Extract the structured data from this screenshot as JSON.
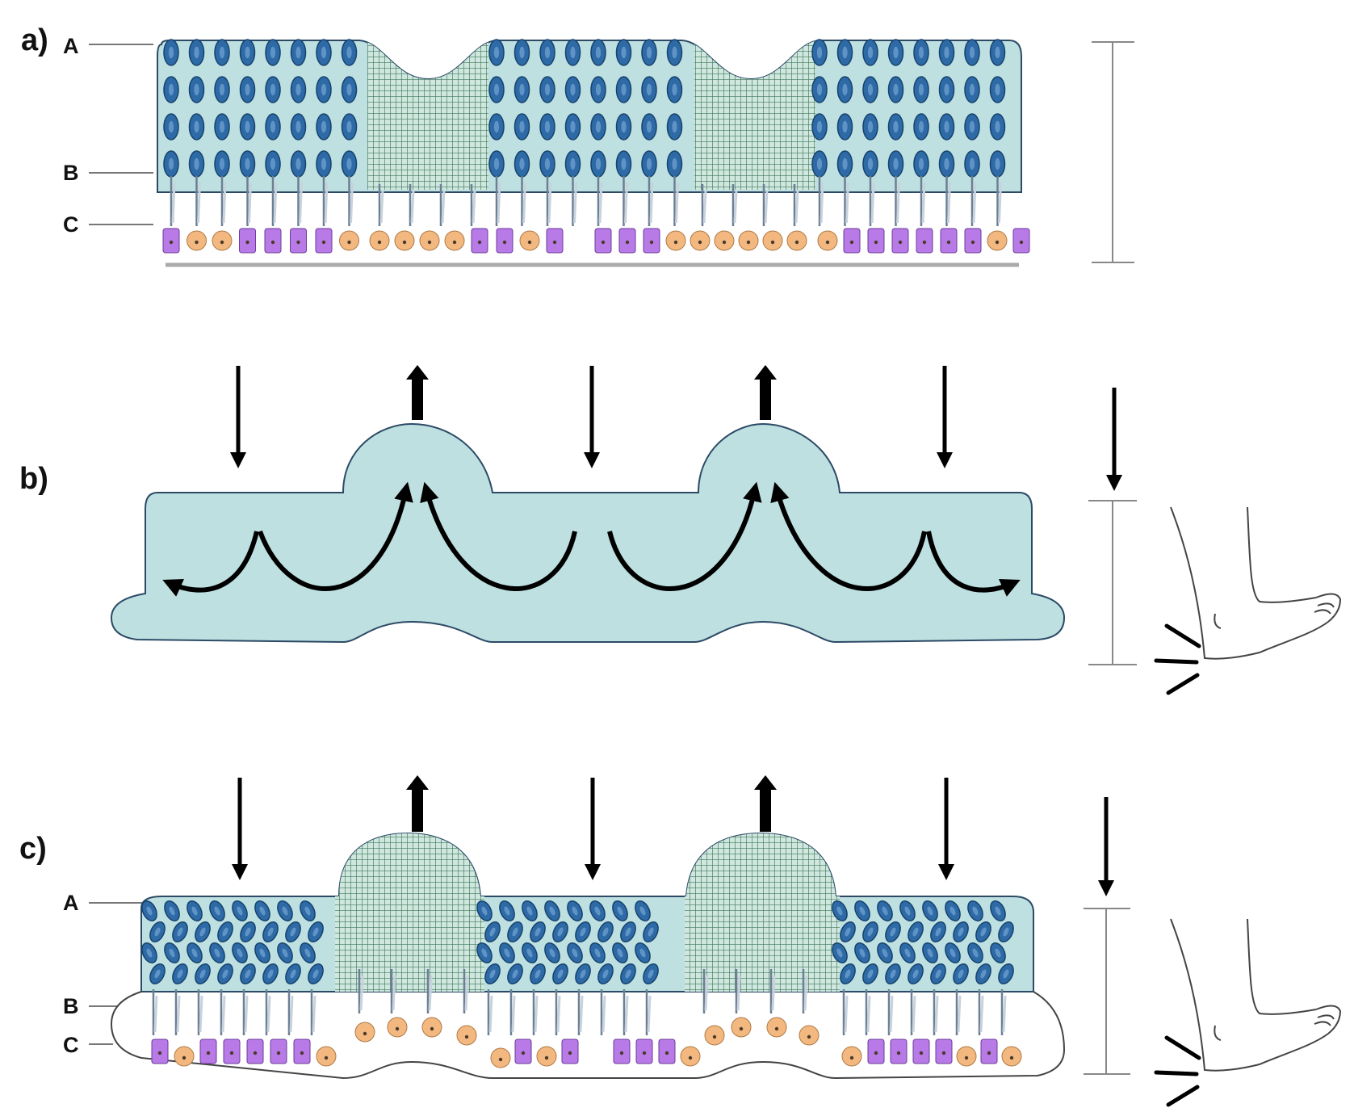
{
  "figure": {
    "panels": [
      {
        "id": "a",
        "label": "a)",
        "layer_labels": [
          "A",
          "B",
          "C"
        ]
      },
      {
        "id": "b",
        "label": "b)",
        "layer_labels": []
      },
      {
        "id": "c",
        "label": "c)",
        "layer_labels": [
          "A",
          "B",
          "C"
        ]
      }
    ],
    "colors": {
      "matrix_fill": "#bfe0e0",
      "matrix_outline": "#2c4a66",
      "molecule_blue": "#2e6aa6",
      "molecule_dark": "#15426e",
      "crosslink_green": "#3f7a5a",
      "purple_base": "#b77ae6",
      "orange_base": "#f2b880",
      "scale_line": "#888888",
      "arrow": "#000000"
    },
    "icons": {
      "force_down": "arrow-down-icon",
      "force_up": "arrow-up-icon",
      "flow": "curved-arrow-icon",
      "foot": "foot-outline-icon",
      "thickness": "scale-bar-icon"
    }
  }
}
